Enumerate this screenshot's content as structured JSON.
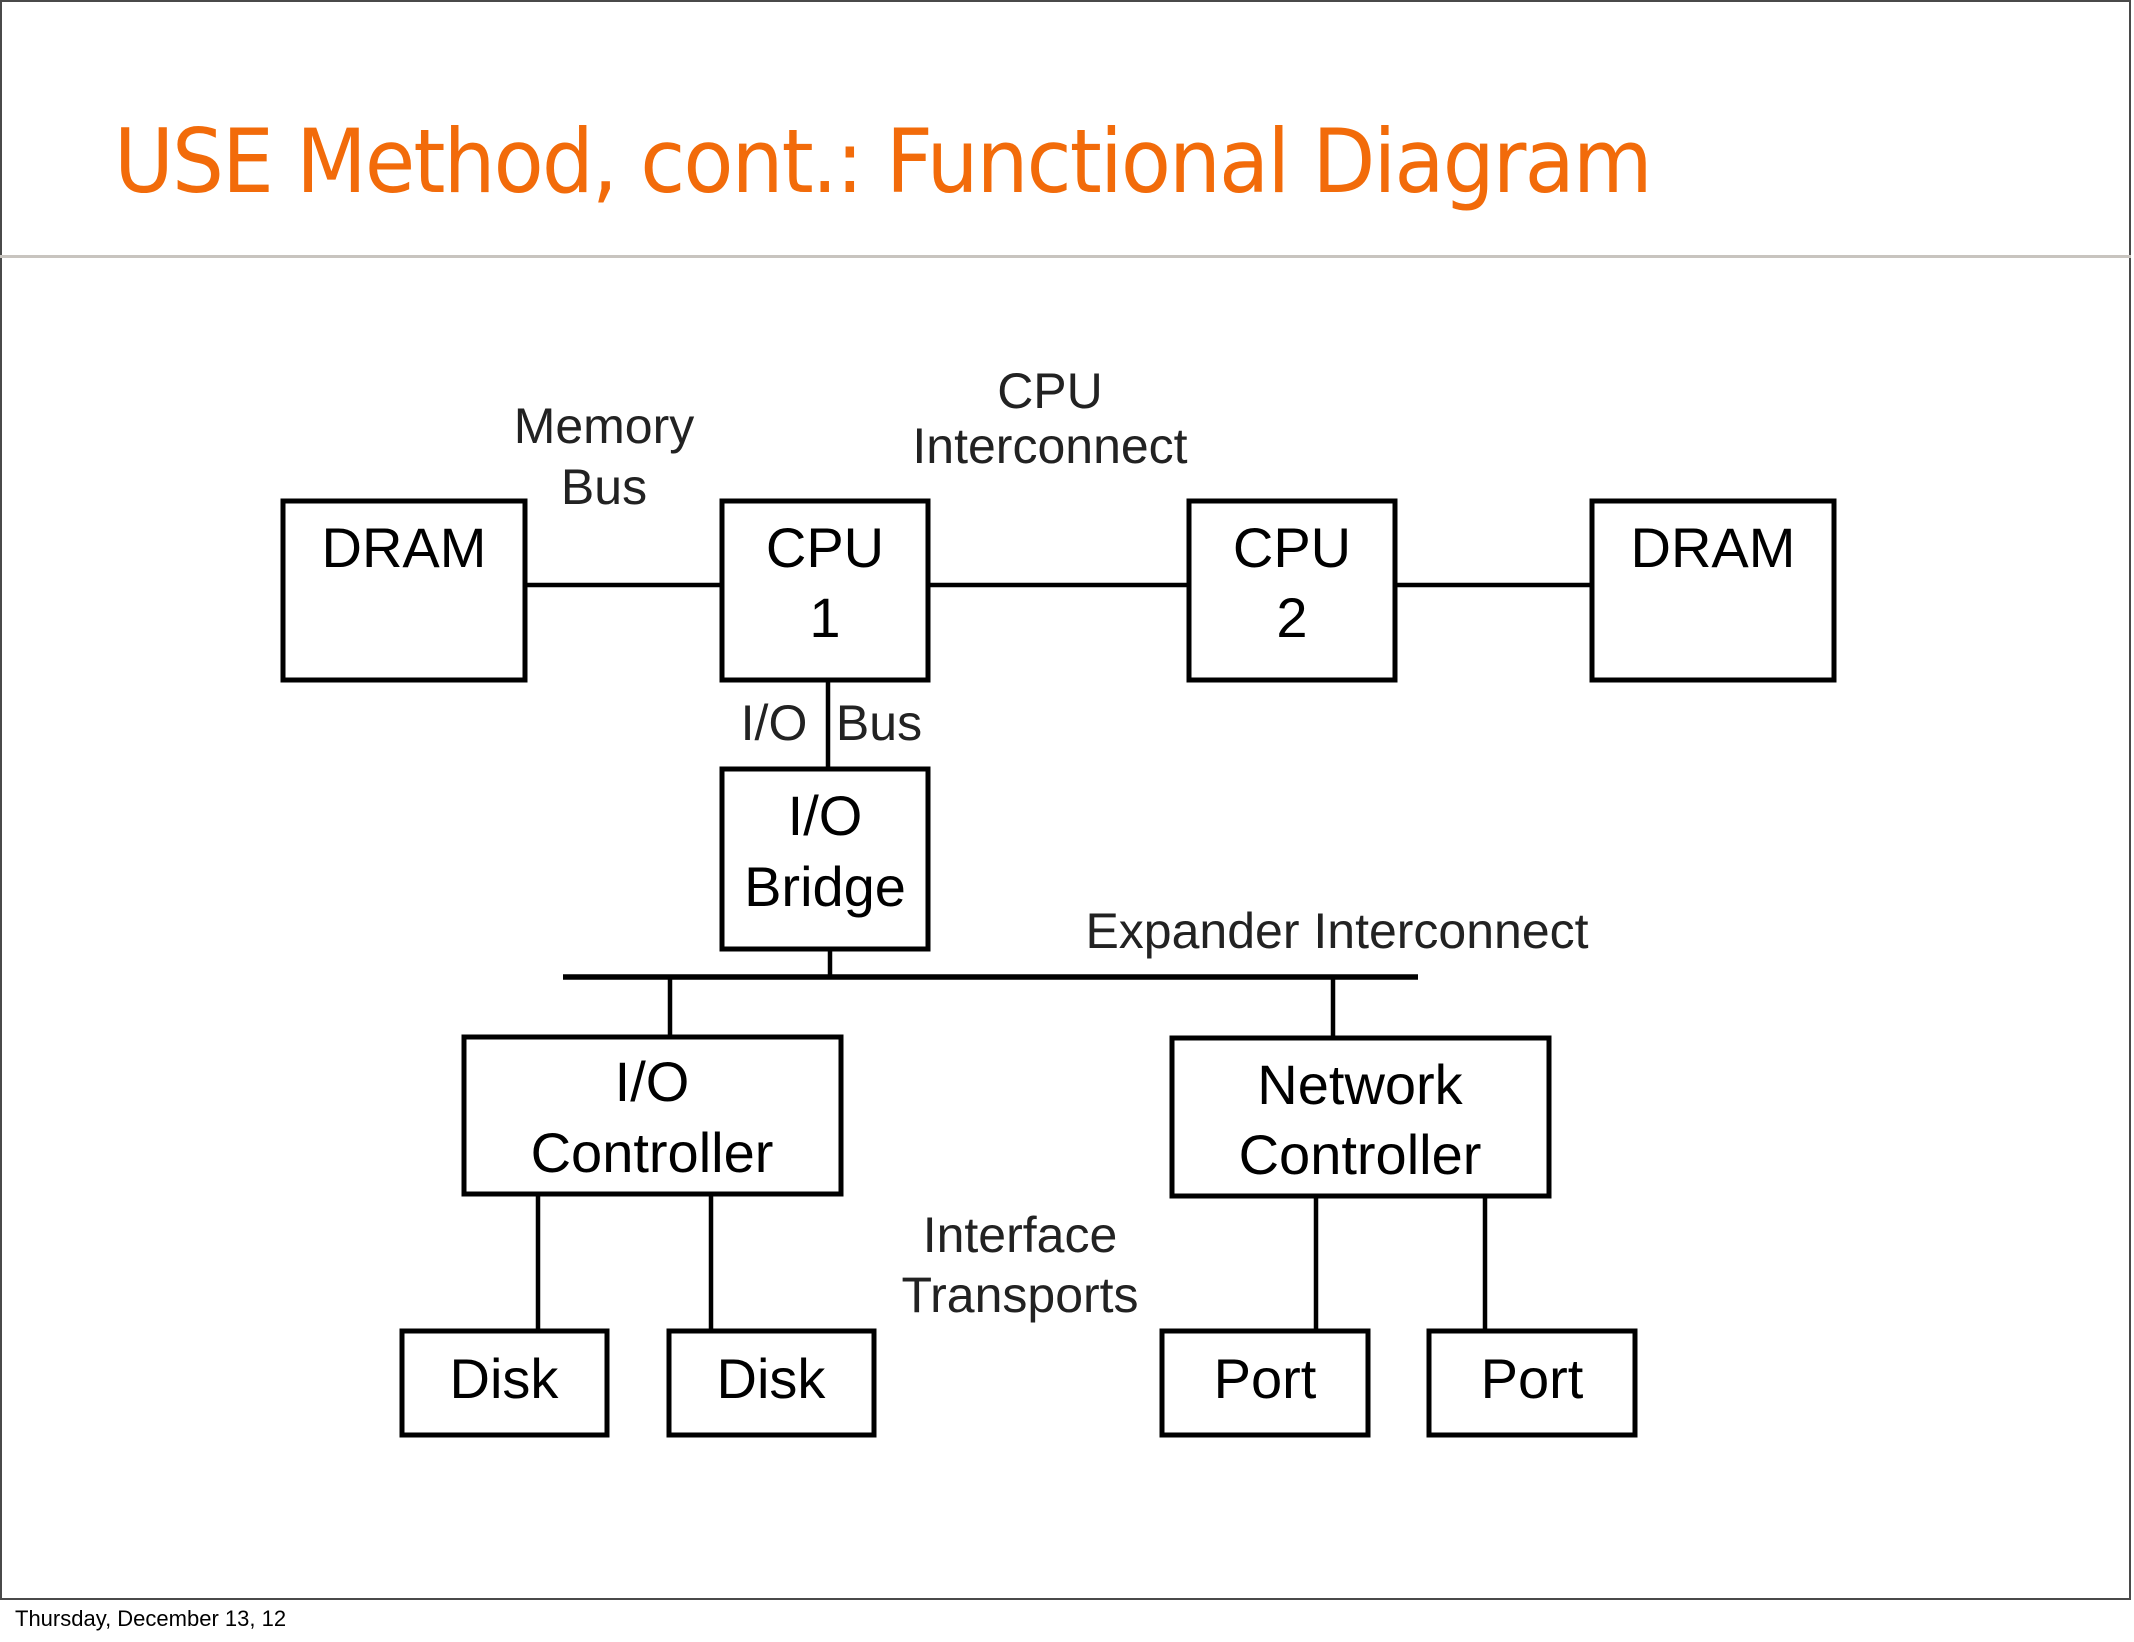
{
  "slide": {
    "title": "USE Method, cont.: Functional Diagram",
    "title_color": "#f26b0a",
    "footer_date": "Thursday, December 13, 12"
  },
  "diagram": {
    "components": {
      "dram_left": {
        "lines": [
          "DRAM"
        ]
      },
      "cpu1": {
        "lines": [
          "CPU",
          "1"
        ]
      },
      "cpu2": {
        "lines": [
          "CPU",
          "2"
        ]
      },
      "dram_right": {
        "lines": [
          "DRAM"
        ]
      },
      "io_bridge": {
        "lines": [
          "I/O",
          "Bridge"
        ]
      },
      "io_controller": {
        "lines": [
          "I/O",
          "Controller"
        ]
      },
      "network_controller": {
        "lines": [
          "Network",
          "Controller"
        ]
      },
      "disk1": {
        "lines": [
          "Disk"
        ]
      },
      "disk2": {
        "lines": [
          "Disk"
        ]
      },
      "port1": {
        "lines": [
          "Port"
        ]
      },
      "port2": {
        "lines": [
          "Port"
        ]
      }
    },
    "labels": {
      "memory_bus": [
        "Memory",
        "Bus"
      ],
      "cpu_interconnect": [
        "CPU",
        "Interconnect"
      ],
      "io_bus": [
        "I/O",
        "Bus"
      ],
      "expander_interconnect": "Expander Interconnect",
      "interface_transports": [
        "Interface",
        "Transports"
      ]
    },
    "connections": [
      [
        "dram_left",
        "cpu1",
        "memory_bus"
      ],
      [
        "cpu1",
        "cpu2",
        "cpu_interconnect"
      ],
      [
        "cpu2",
        "dram_right",
        "memory_bus"
      ],
      [
        "cpu1",
        "io_bridge",
        "io_bus"
      ],
      [
        "io_bridge",
        "expander_interconnect",
        "expander_interconnect"
      ],
      [
        "expander_interconnect",
        "io_controller",
        "expander_interconnect"
      ],
      [
        "expander_interconnect",
        "network_controller",
        "expander_interconnect"
      ],
      [
        "io_controller",
        "disk1",
        "interface_transports"
      ],
      [
        "io_controller",
        "disk2",
        "interface_transports"
      ],
      [
        "network_controller",
        "port1",
        "interface_transports"
      ],
      [
        "network_controller",
        "port2",
        "interface_transports"
      ]
    ]
  }
}
